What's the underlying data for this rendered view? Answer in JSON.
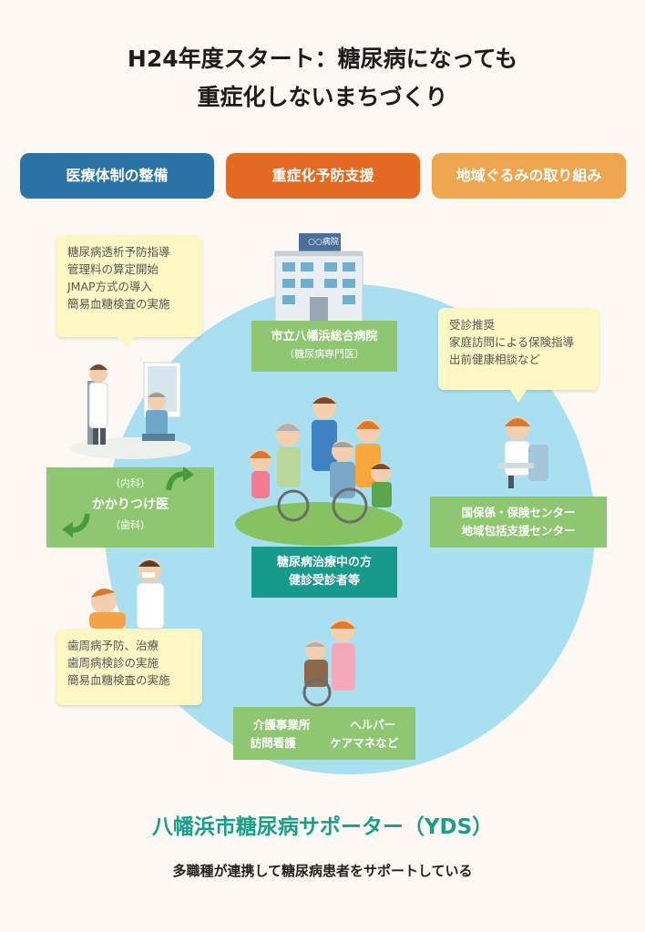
{
  "title": {
    "line1": "H24年度スタート：糖尿病になっても",
    "line2": "重症化しないまちづくり"
  },
  "categories": [
    {
      "label": "医療体制の整備",
      "color": "#2a73a4"
    },
    {
      "label": "重症化予防支援",
      "color": "#e36a22"
    },
    {
      "label": "地域ぐるみの取り組み",
      "color": "#eea64e"
    }
  ],
  "notes": {
    "top_left": [
      "糖尿病透析予防指導",
      "管理料の算定開始",
      "JMAP方式の導入",
      "簡易血糖検査の実施"
    ],
    "top_right": [
      "受診推奨",
      "家庭訪問による保険指導",
      "出前健康相談など"
    ],
    "bottom_left": [
      "歯周病予防、治療",
      "歯周病検診の実施",
      "簡易血糖検査の実施"
    ]
  },
  "hospital": {
    "sign": "○○病院",
    "name": "市立八幡浜総合病院",
    "sub": "（糖尿病専門医）"
  },
  "clinic": {
    "top": "（内科）",
    "main": "かかりつけ医",
    "bottom": "（歯科）"
  },
  "center_box": [
    "国保係・保険センター",
    "地域包括支援センター"
  ],
  "patients": [
    "糖尿病治療中の方",
    "健診受診者等"
  ],
  "care": {
    "row1_left": "介護事業所",
    "row1_right": "ヘルパー",
    "row2_left": "訪問看護",
    "row2_right": "ケアマネなど"
  },
  "footer": {
    "title": "八幡浜市糖尿病サポーター（YDS）",
    "subtitle": "多職種が連携して糖尿病患者をサポートしている"
  }
}
